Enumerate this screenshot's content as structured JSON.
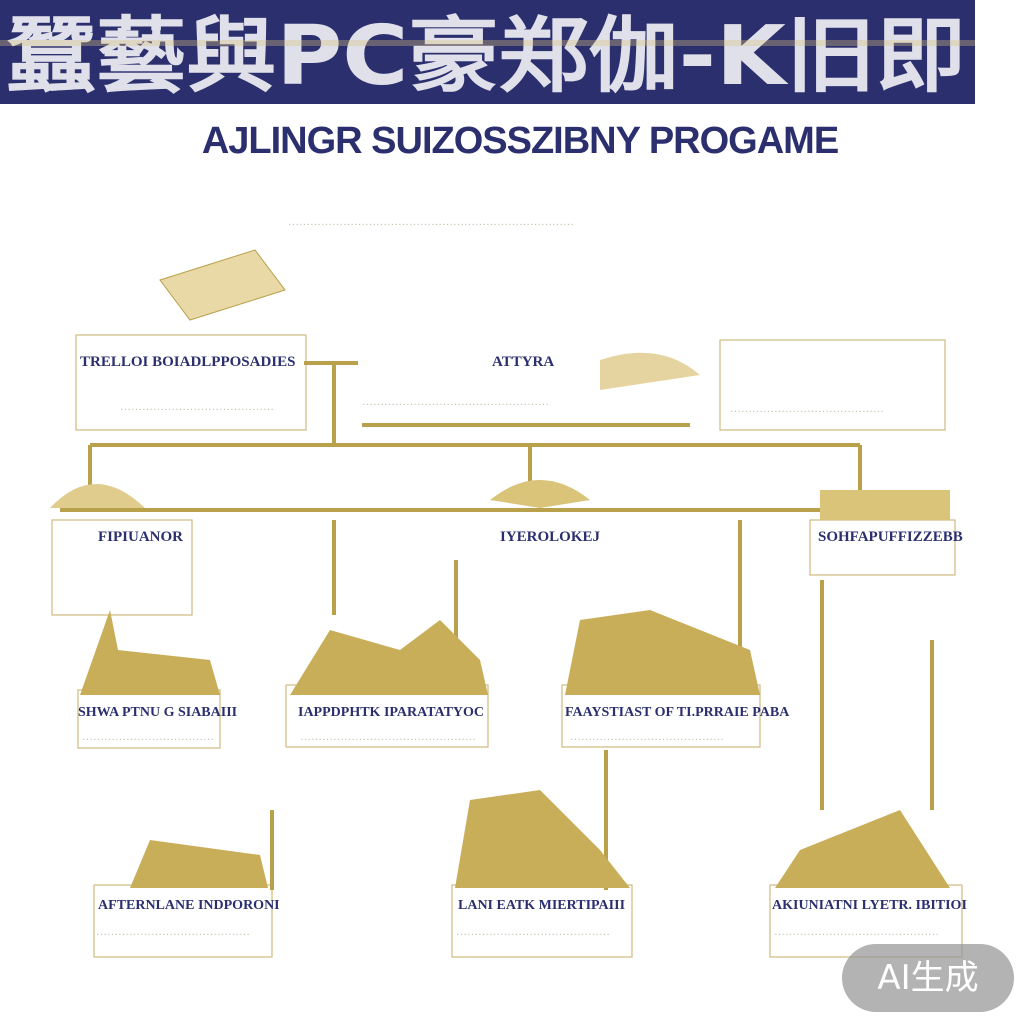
{
  "banner": {
    "glyphs": "蠶藝與PC豪郑伽-K旧即"
  },
  "title": "AJLINGR SUIZOSSZIBNY PROGAME",
  "colors": {
    "navy": "#2b2f6e",
    "gold": "#b9a04a",
    "badge": "#9a9a9a"
  },
  "nodes": {
    "left_top": "TRELLOI BOIADLPPOSADIES",
    "center_top": "ATTYRA",
    "left_mid": "FIPIUANOR",
    "center_mid": "IYEROLOKEJ",
    "right_mid": "SOHFAPUFFIZZEBB",
    "row2_left": "SHWA PTNU G SIABAIII",
    "row2_center": "IAPPDPHTK IPARATATYOC",
    "row2_right": "FAAYSTIAST OF TI.PRRAIE PABA",
    "row3_left": "AFTERNLANE INDPORONI",
    "row3_center": "LANI EATK MIERTIPAIII",
    "row3_right": "AKIUNIATNI LYETR. IBITIOI"
  },
  "badge": "AI生成"
}
